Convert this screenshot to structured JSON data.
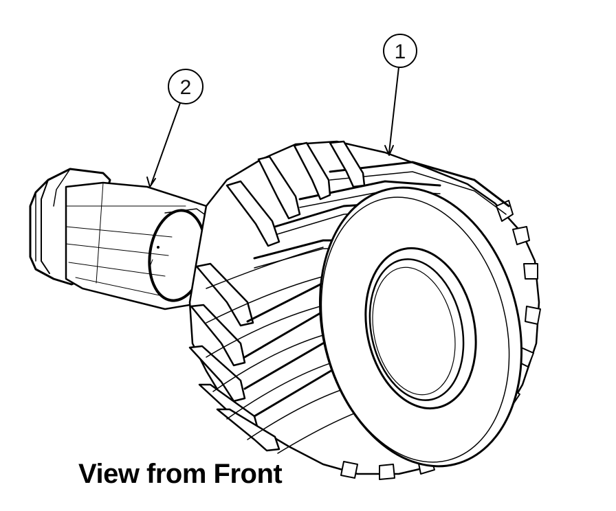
{
  "callouts": [
    {
      "id": "1",
      "label": "1"
    },
    {
      "id": "2",
      "label": "2"
    }
  ],
  "caption": "View from Front",
  "colors": {
    "line": "#000000",
    "background": "#ffffff"
  }
}
